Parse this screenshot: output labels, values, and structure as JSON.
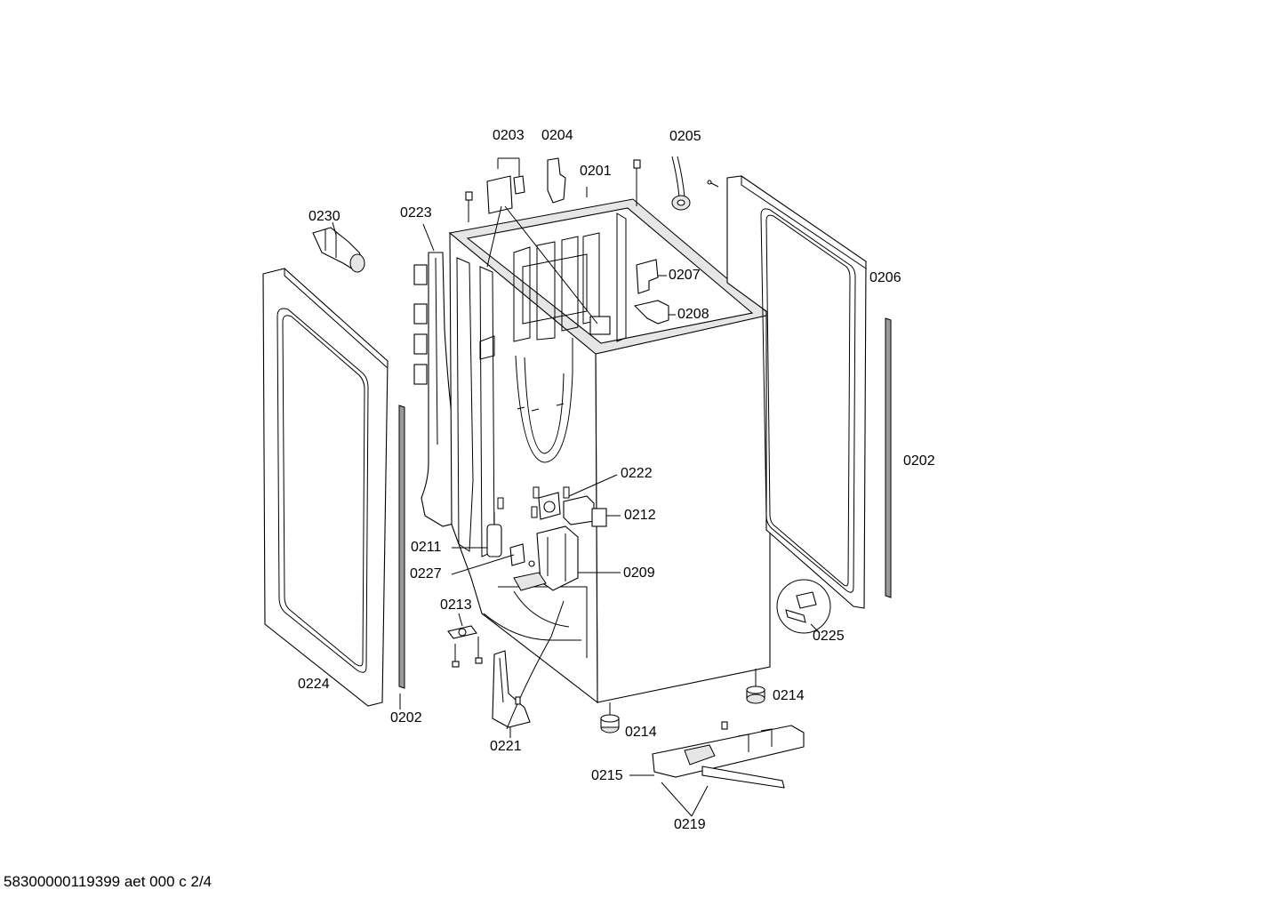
{
  "callouts": {
    "c0201": "0201",
    "c0202a": "0202",
    "c0202b": "0202",
    "c0203": "0203",
    "c0204": "0204",
    "c0205": "0205",
    "c0206": "0206",
    "c0207": "0207",
    "c0208": "0208",
    "c0209": "0209",
    "c0211": "0211",
    "c0212": "0212",
    "c0213": "0213",
    "c0214a": "0214",
    "c0214b": "0214",
    "c0215": "0215",
    "c0219": "0219",
    "c0221": "0221",
    "c0222": "0222",
    "c0223": "0223",
    "c0224": "0224",
    "c0225": "0225",
    "c0227": "0227",
    "c0230": "0230"
  },
  "footer": "58300000119399 aet 000 c 2/4"
}
